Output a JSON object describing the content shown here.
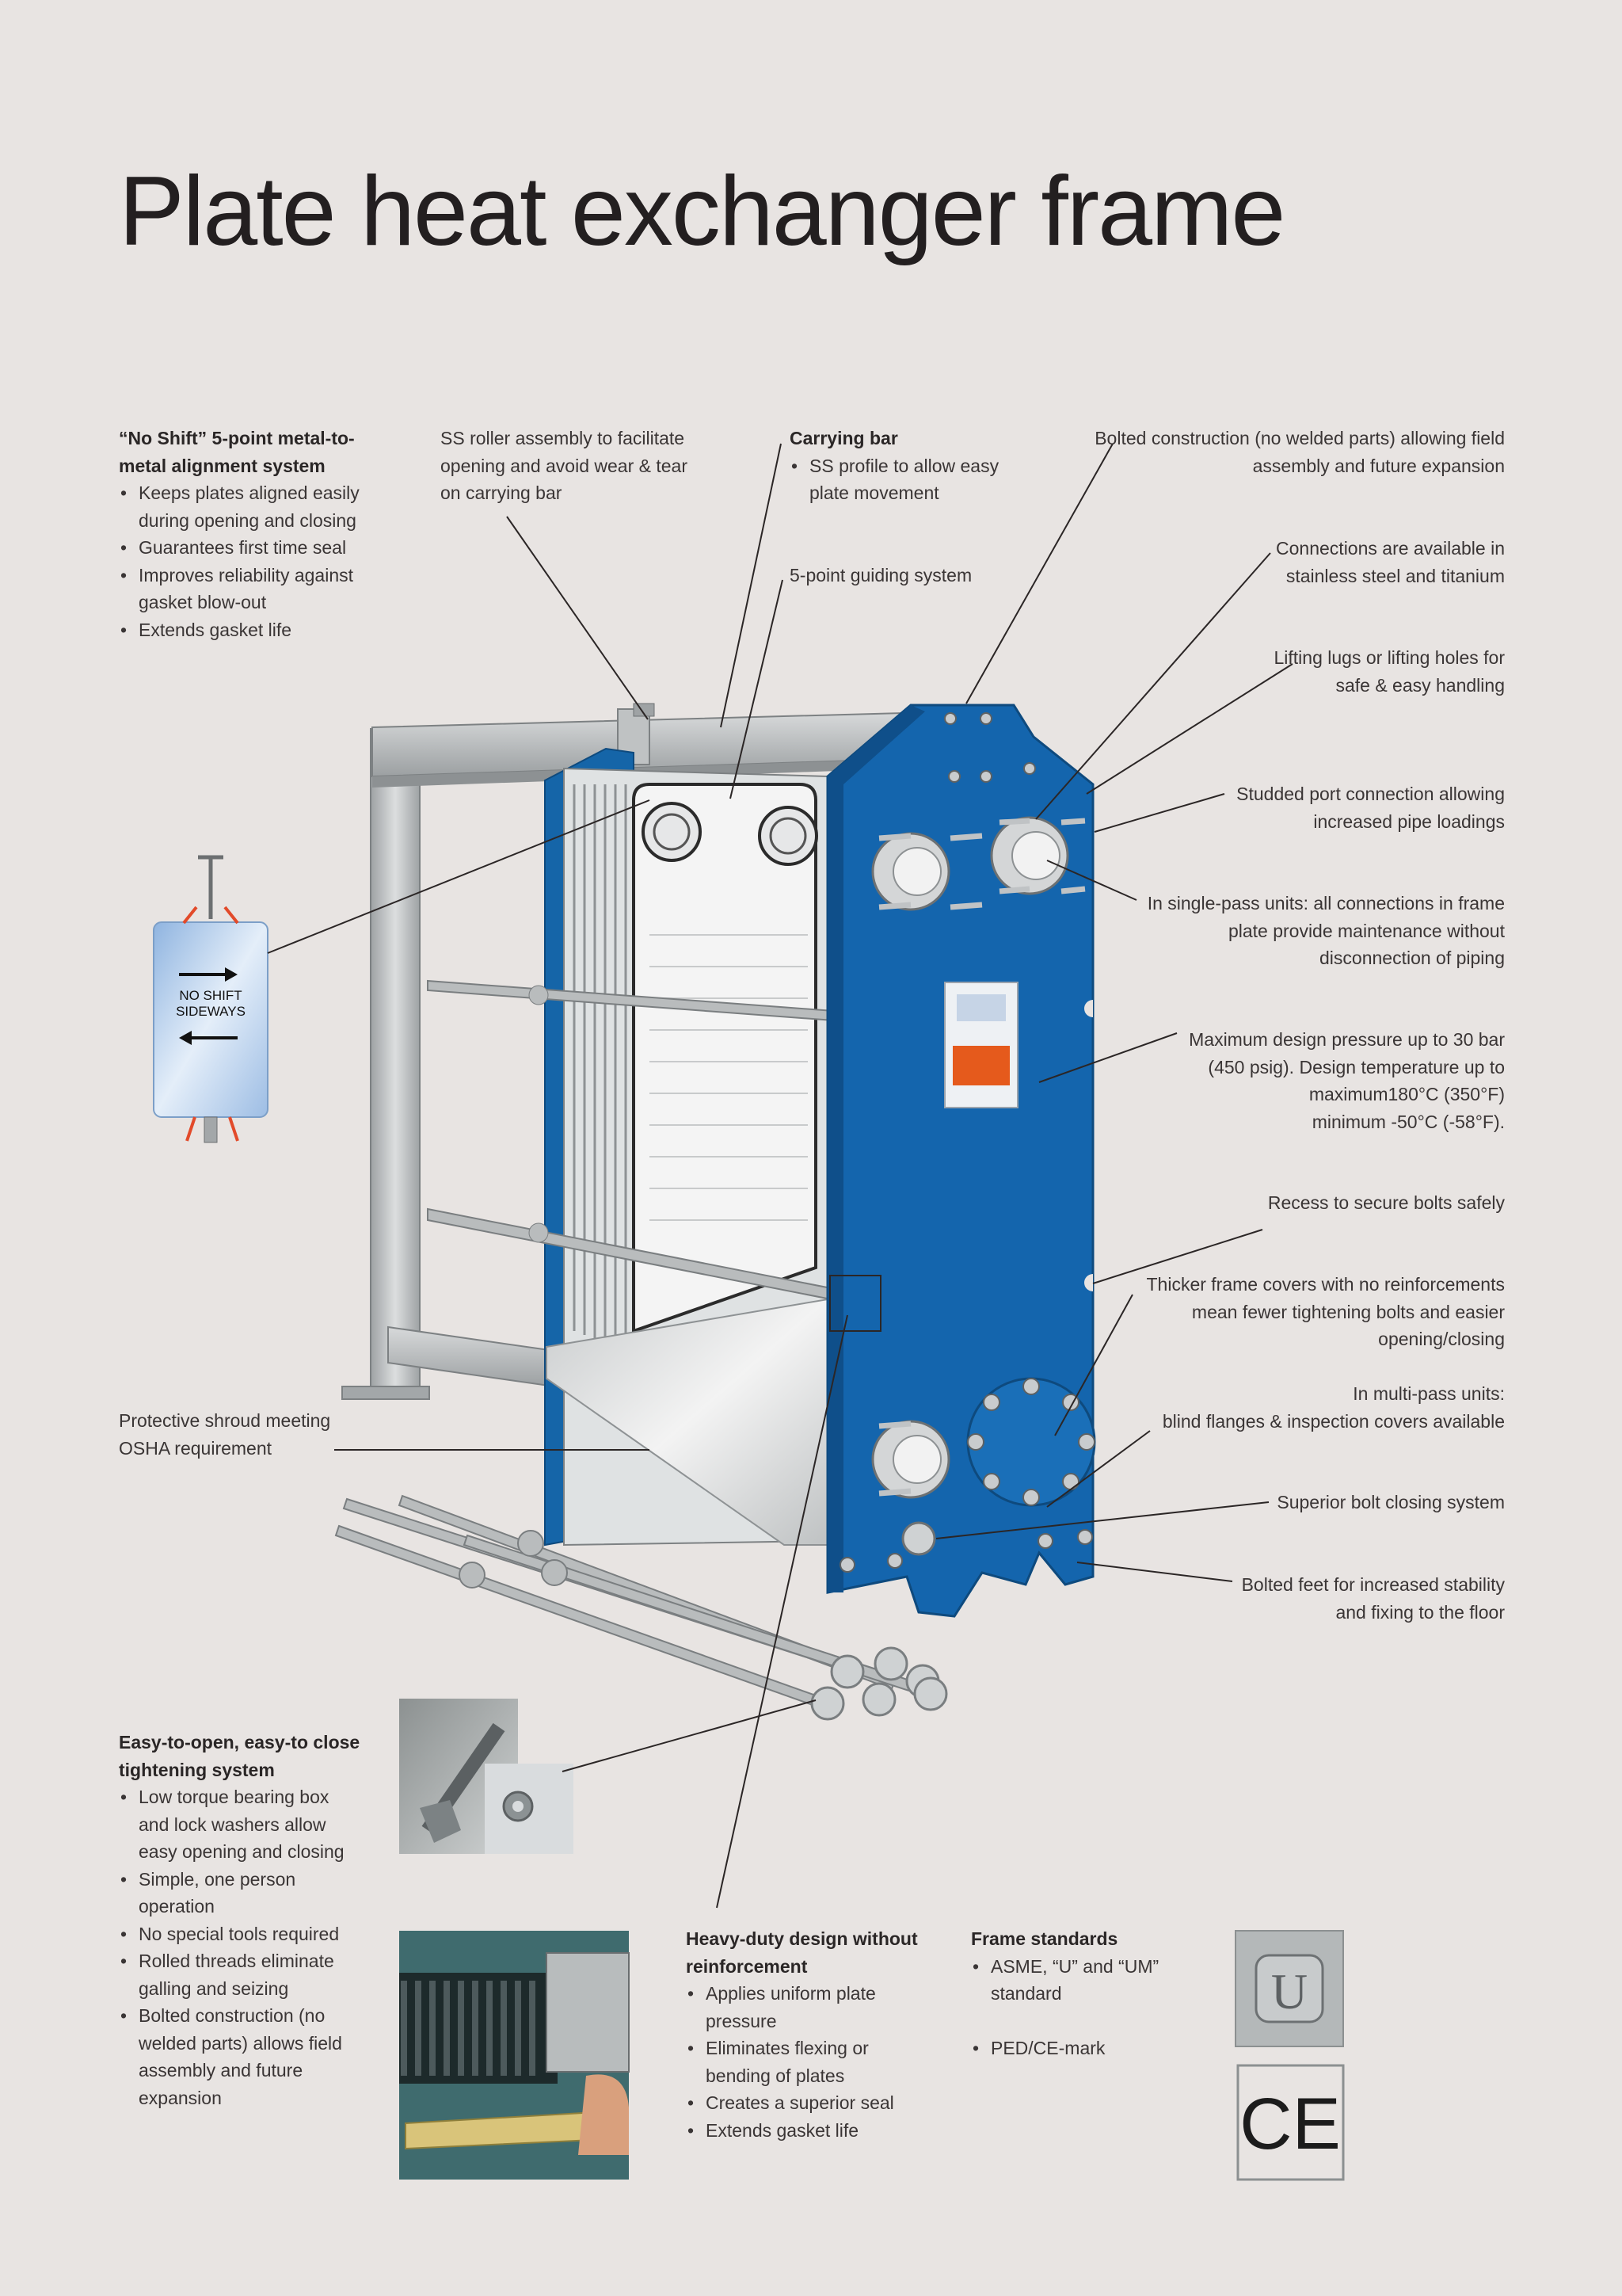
{
  "title": "Plate heat exchanger frame",
  "callouts": {
    "no_shift": {
      "heading": "“No Shift” 5-point metal-to-metal alignment system",
      "bullets": [
        "Keeps plates aligned easily during opening and closing",
        "Guarantees first time seal",
        "Improves reliability against gasket blow-out",
        "Extends gasket life"
      ]
    },
    "roller": {
      "text": "SS roller assembly to facilitate opening and avoid wear & tear on carrying bar"
    },
    "carrying_bar": {
      "heading": "Carrying bar",
      "bullets": [
        "SS profile to allow easy plate movement"
      ]
    },
    "guiding": {
      "text": "5-point guiding system"
    },
    "bolted_construction": {
      "text": "Bolted construction (no welded parts) allowing field assembly and future expansion"
    },
    "connections": {
      "text": "Connections are available in stainless steel and titanium"
    },
    "lifting": {
      "text": "Lifting lugs or lifting holes for safe & easy handling"
    },
    "studded": {
      "text": "Studded port connection allowing increased pipe loadings"
    },
    "single_pass": {
      "text": "In single-pass units: all connections in frame plate provide maintenance without disconnection of piping"
    },
    "pressure": {
      "line1": "Maximum design pressure up to 30 bar",
      "line2": "(450 psig). Design temperature up to",
      "line3": "maximum180°C (350°F)",
      "line4": "minimum -50°C (-58°F)."
    },
    "recess": {
      "text": "Recess to secure bolts safely"
    },
    "thicker": {
      "text": "Thicker frame covers with no reinforcements mean fewer tightening bolts and easier opening/closing"
    },
    "multi_pass": {
      "line1": "In multi-pass units:",
      "line2": "blind flanges & inspection covers available"
    },
    "superior_bolt": {
      "text": "Superior bolt closing system"
    },
    "feet": {
      "text": "Bolted feet for increased stability and fixing to the floor"
    },
    "shroud": {
      "text": "Protective shroud meeting OSHA requirement"
    },
    "tightening": {
      "heading": "Easy-to-open, easy-to close tightening system",
      "bullets": [
        "Low torque bearing box and lock washers allow easy opening and closing",
        "Simple, one person operation",
        "No special tools required",
        "Rolled threads eliminate galling and seizing",
        "Bolted construction (no welded parts) allows field assembly and future expansion"
      ]
    },
    "heavy_duty": {
      "heading": "Heavy-duty design without reinforcement",
      "bullets": [
        "Applies uniform plate pressure",
        "Eliminates flexing or bending of plates",
        "Creates a superior seal",
        "Extends gasket life"
      ]
    },
    "standards": {
      "heading": "Frame standards",
      "bullets": [
        "ASME, “U” and “UM” standard",
        "PED/CE-mark"
      ]
    }
  },
  "illustration": {
    "no_shift_label_line1": "NO SHIFT",
    "no_shift_label_line2": "SIDEWAYS",
    "asme_mark": "U",
    "ce_mark": "CE"
  },
  "colors": {
    "frame_blue": "#1565a8",
    "steel": "#b9bcbd",
    "background": "#e8e4e2"
  }
}
